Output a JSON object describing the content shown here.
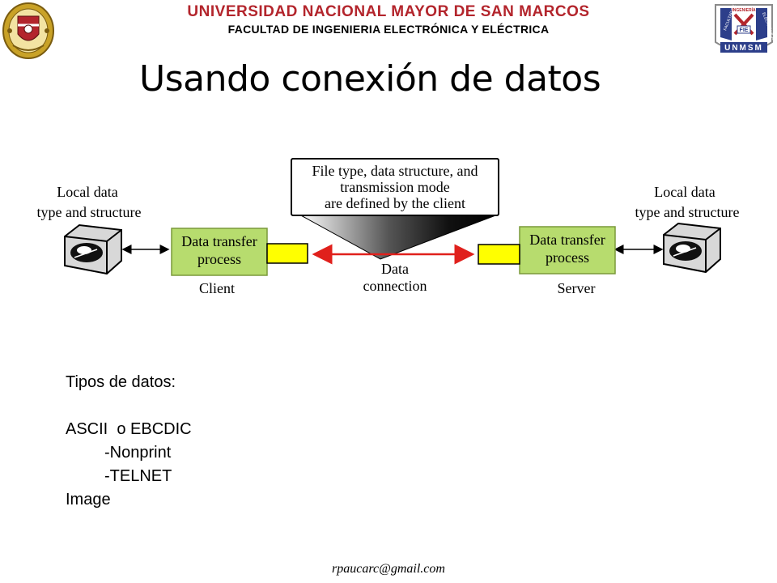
{
  "header": {
    "university": "UNIVERSIDAD NACIONAL MAYOR DE SAN MARCOS",
    "faculty": "FACULTAD DE INGENIERIA ELECTRÓNICA Y ELÉCTRICA",
    "left_logo_icon": "university-seal-icon",
    "right_logo_icon": "faculty-shield-icon",
    "right_logo_text": {
      "left_band": "FACULTAD DE",
      "top": "INGENIERÍA",
      "right_band": "ELECTRÓNICA",
      "center": "FIE",
      "bottom": "UNMSM"
    }
  },
  "title": "Usando conexión de datos",
  "diagram": {
    "callout": [
      "File type, data structure, and",
      "transmission mode",
      "are defined by the client"
    ],
    "local_left": [
      "Local data",
      "type and structure"
    ],
    "local_right": [
      "Local data",
      "type and structure"
    ],
    "client_box": [
      "Data transfer",
      "process"
    ],
    "server_box": [
      "Data transfer",
      "process"
    ],
    "client_label": "Client",
    "server_label": "Server",
    "connection_label": [
      "Data",
      "connection"
    ],
    "colors": {
      "process_box": "#b7dc6e",
      "port": "#ffff00",
      "connection_arrow": "#e0201c"
    }
  },
  "body": {
    "heading": "Tipos de datos:",
    "items": [
      "ASCII  o EBCDIC",
      "-Nonprint",
      "-TELNET",
      "Image"
    ]
  },
  "footer": "rpaucarc@gmail.com"
}
